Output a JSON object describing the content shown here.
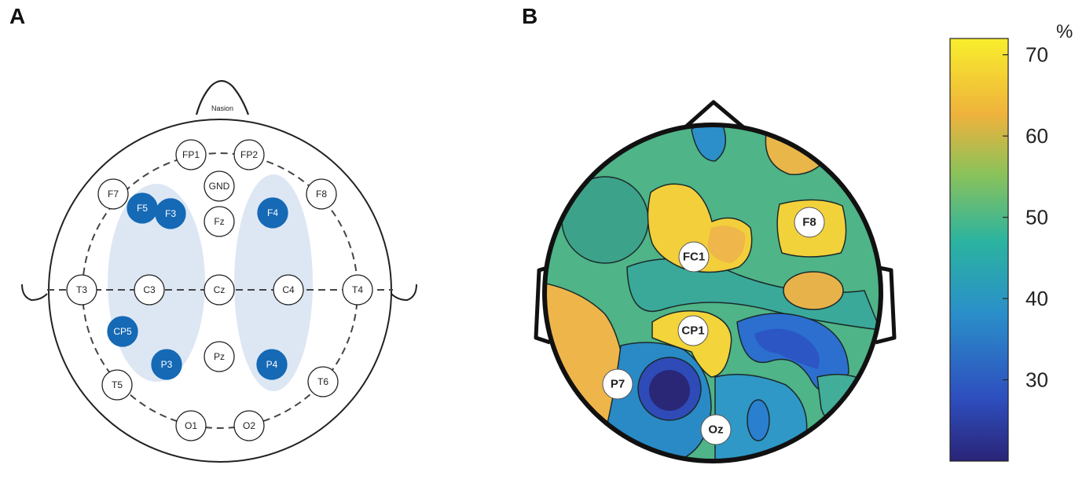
{
  "panel_a": {
    "letter": "A",
    "nasion_label": "Nasion",
    "electrodes": [
      {
        "label": "FP1",
        "selected": false
      },
      {
        "label": "FP2",
        "selected": false
      },
      {
        "label": "GND",
        "selected": false
      },
      {
        "label": "F7",
        "selected": false
      },
      {
        "label": "F8",
        "selected": false
      },
      {
        "label": "F5",
        "selected": true
      },
      {
        "label": "F3",
        "selected": true
      },
      {
        "label": "Fz",
        "selected": false
      },
      {
        "label": "F4",
        "selected": true
      },
      {
        "label": "T3",
        "selected": false
      },
      {
        "label": "C3",
        "selected": false
      },
      {
        "label": "Cz",
        "selected": false
      },
      {
        "label": "C4",
        "selected": false
      },
      {
        "label": "T4",
        "selected": false
      },
      {
        "label": "CP5",
        "selected": true
      },
      {
        "label": "P3",
        "selected": true
      },
      {
        "label": "Pz",
        "selected": false
      },
      {
        "label": "P4",
        "selected": true
      },
      {
        "label": "T5",
        "selected": false
      },
      {
        "label": "T6",
        "selected": false
      },
      {
        "label": "O1",
        "selected": false
      },
      {
        "label": "O2",
        "selected": false
      }
    ]
  },
  "panel_b": {
    "letter": "B",
    "labels": [
      "FC1",
      "F8",
      "CP1",
      "P7",
      "Oz"
    ],
    "colorbar": {
      "unit": "%",
      "ticks": [
        "70",
        "60",
        "50",
        "40",
        "30"
      ],
      "min": 20,
      "max": 72
    }
  },
  "colors": {
    "selected_electrode": "#1569b5",
    "region_highlight": "#dde7f4",
    "outline": "#111111"
  }
}
